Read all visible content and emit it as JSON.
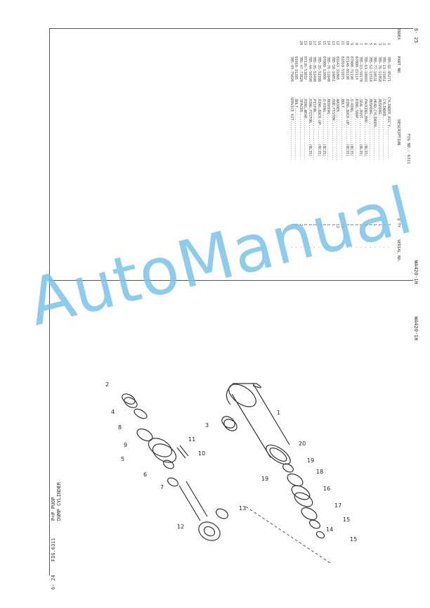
{
  "left_page": {
    "fig_label": "FIG.6311",
    "title_line1": "P=P PUOP",
    "title_line2": "DUMP CYLINDER",
    "page_number": "6- 24",
    "model": "WA420-1H"
  },
  "right_page": {
    "page_number": "6- 25",
    "model": "WA420-1H",
    "fig_header": "FIG NO.: 6311",
    "columns": {
      "index": "INDEX",
      "part_no": "PART NO.",
      "description": "DESCRIPTION",
      "qty": "Q'TY",
      "serial": "SERIAL NO."
    },
    "rows": [
      {
        "index": "1",
        "part_no": "7B5-Q1-05271",
        "desc": "CYLINDER ASS'Y...............",
        "qty": "1",
        "serial": "-"
      },
      {
        "index": "2",
        "part_no": "7B5-13-15851",
        "desc": ".CYLINDER.....................",
        "qty": "1",
        "serial": "-"
      },
      {
        "index": "3",
        "part_no": "7B5-76-11850",
        "desc": ".BUSHING......................",
        "qty": "1",
        "serial": "-"
      },
      {
        "index": "4",
        "part_no": "7B5-77-10531",
        "desc": ".HEAD,CYLINDER................",
        "qty": "1",
        "serial": "-"
      },
      {
        "index": "5",
        "part_no": "7B5-52-11510",
        "desc": ".BUSHING......................",
        "qty": "1",
        "serial": "-"
      },
      {
        "index": "6",
        "part_no": "7B5-63-10893",
        "desc": ".PACKING,ROD..........(BL35)",
        "qty": "1",
        "serial": "-"
      },
      {
        "index": "7",
        "part_no": "7B5-63-58170",
        "desc": ".SEAL,DUST............(BL35)",
        "qty": "1",
        "serial": "-"
      },
      {
        "index": "8",
        "part_no": "07000-15114",
        "desc": ".RING,SNAP....................",
        "qty": "1",
        "serial": "-"
      },
      {
        "index": "9",
        "part_no": "07000-71190",
        "desc": ".O-RING...............(BC35)",
        "qty": "1",
        "serial": "-"
      },
      {
        "index": "10",
        "part_no": "07146-05190",
        "desc": ".RING,BACK-UP.........(BC35)",
        "qty": "1",
        "serial": "-"
      },
      {
        "index": "11",
        "part_no": "01010-51075",
        "desc": ".BOLT.........................",
        "qty": "12",
        "serial": "-"
      },
      {
        "index": "12",
        "part_no": "01643-31060",
        "desc": ".WASHER.......................",
        "qty": "12",
        "serial": "-"
      },
      {
        "index": "13",
        "part_no": "7B5-58-10051",
        "desc": ".ROD,PISTON...................",
        "qty": "1",
        "serial": "-"
      },
      {
        "index": "14",
        "part_no": "7B5-76-11840",
        "desc": ".BUSHING......................",
        "qty": "1",
        "serial": "-"
      },
      {
        "index": "15",
        "part_no": "07000-12080",
        "desc": ".O-RING...............(BC35)",
        "qty": "1",
        "serial": "-"
      },
      {
        "index": "16",
        "part_no": "7B5-35-52280",
        "desc": ".RING,BACK-UP.........(BC35)",
        "qty": "2",
        "serial": "-"
      },
      {
        "index": "17",
        "part_no": "7B5-35-52490",
        "desc": ".PISTON.......................",
        "qty": "1",
        "serial": "-"
      },
      {
        "index": "18",
        "part_no": "7B5-44-50390",
        "desc": ".RING,PISTON..........(BL35)",
        "qty": "1",
        "serial": "-"
      },
      {
        "index": "19",
        "part_no": "07136-53032",
        "desc": ".RING,WEAR....................",
        "qty": "1",
        "serial": "-"
      },
      {
        "index": "20",
        "part_no": "7B5-47-73020",
        "desc": ".SPACER.......................",
        "qty": "2",
        "serial": "-"
      },
      {
        "index": "",
        "part_no": "01010-31285",
        "desc": ".BOLT.........................",
        "qty": "6",
        "serial": "-"
      },
      {
        "index": "",
        "part_no": "7B5-99-75020",
        "desc": "SERVICE KIT...................",
        "qty": "1",
        "serial": "-"
      }
    ]
  },
  "watermark": "AutoManual",
  "callouts": [
    "1",
    "2",
    "3",
    "4",
    "5",
    "6",
    "7",
    "8",
    "9",
    "10",
    "11",
    "12",
    "13",
    "14",
    "15",
    "16",
    "17",
    "18",
    "19",
    "20"
  ]
}
